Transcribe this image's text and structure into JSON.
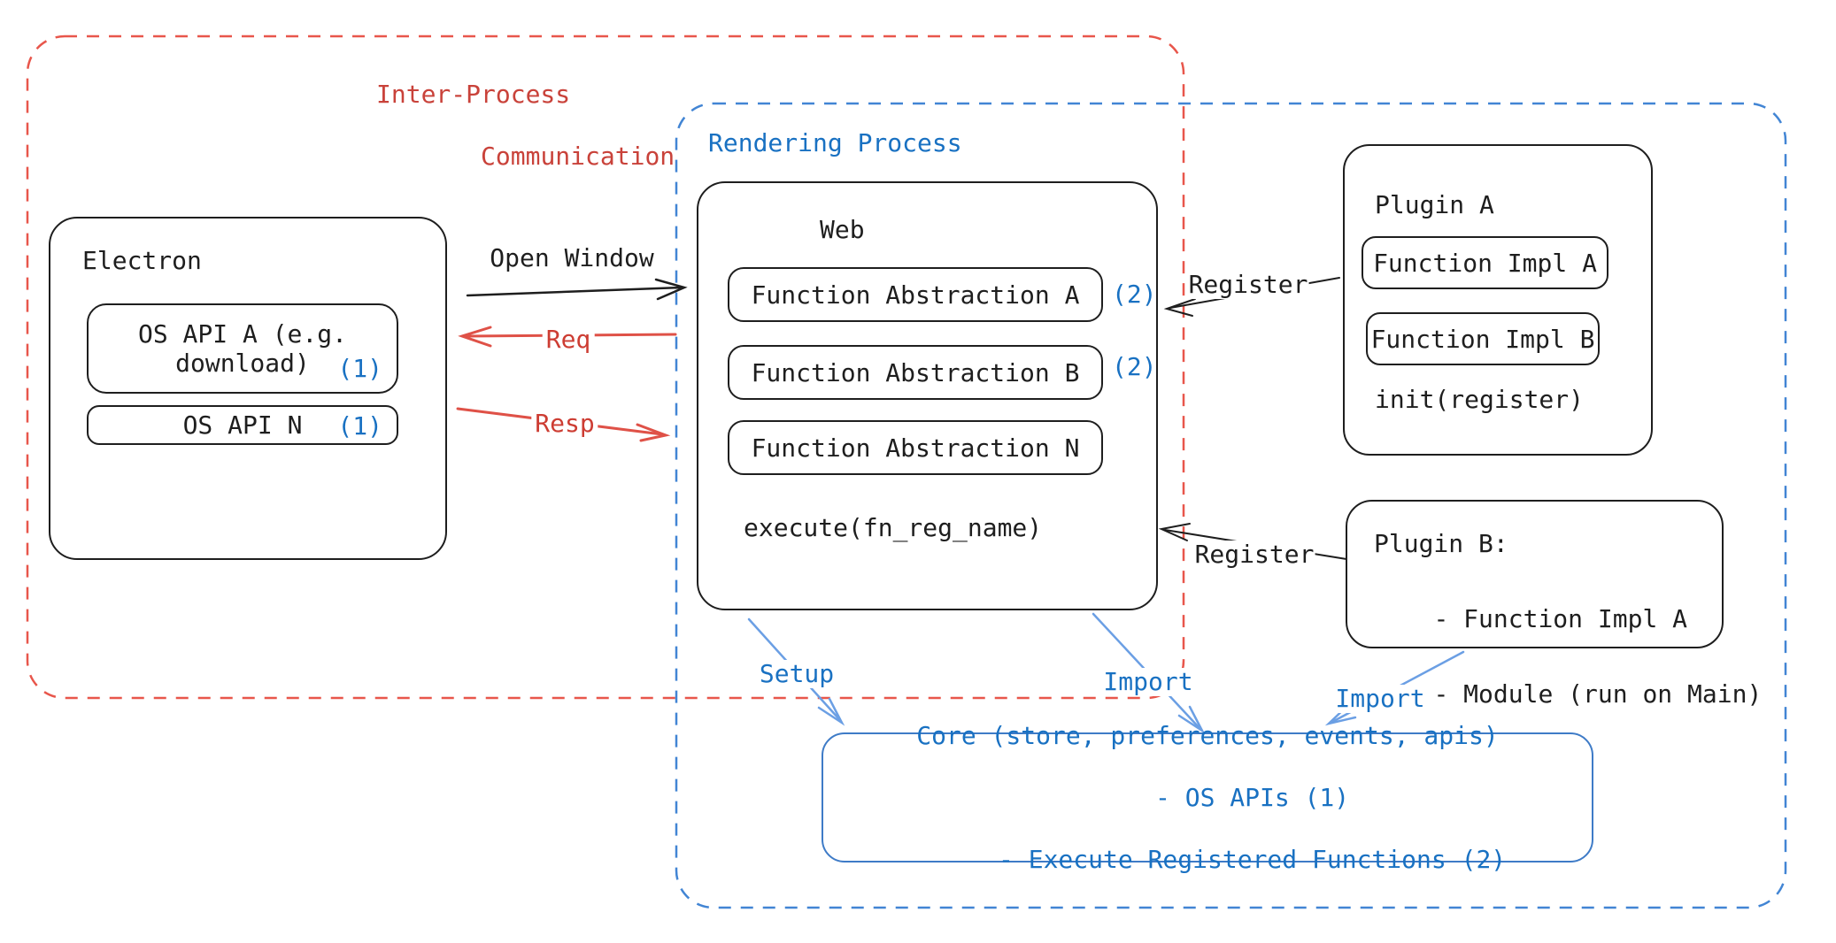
{
  "colors": {
    "ink": "#1e1e1e",
    "red_text": "#c9423a",
    "red_arrow": "#df5147",
    "red_frame_dash": "#e8564b",
    "blue_text": "#1971c2",
    "blue_frame_dash": "#4285d4",
    "blue_arrow": "#6b9fe4",
    "core_border": "#3e7bc7"
  },
  "ipc_region": {
    "label_line1": "Inter-Process",
    "label_line2": "Communication"
  },
  "rendering_region": {
    "label": "Rendering Process"
  },
  "electron": {
    "title": "Electron",
    "os_api_a_line1": "OS API A (e.g.",
    "os_api_a_line2": "download)",
    "os_api_a_badge": "(1)",
    "os_api_n": "OS API N",
    "os_api_n_badge": "(1)"
  },
  "web": {
    "title": "Web",
    "fa_a": "Function Abstraction A",
    "fa_a_badge": "(2)",
    "fa_b": "Function Abstraction B",
    "fa_b_badge": "(2)",
    "fa_n": "Function Abstraction N",
    "execute": "execute(fn_reg_name)"
  },
  "plugin_a": {
    "title": "Plugin A",
    "impl_a": "Function Impl A",
    "impl_b": "Function Impl B",
    "init": "init(register)"
  },
  "plugin_b": {
    "line1": "Plugin B:",
    "line2": "- Function Impl A",
    "line3": "- Module (run on Main)"
  },
  "core": {
    "line1": "Core (store, preferences, events, apis)",
    "line2": "- OS APIs (1)",
    "line3": "- Execute Registered Functions (2)"
  },
  "arrows": {
    "open_window": "Open Window",
    "req": "Req",
    "resp": "Resp",
    "register_top": "Register",
    "register_bottom": "Register",
    "setup": "Setup",
    "import_mid": "Import",
    "import_right": "Import"
  }
}
